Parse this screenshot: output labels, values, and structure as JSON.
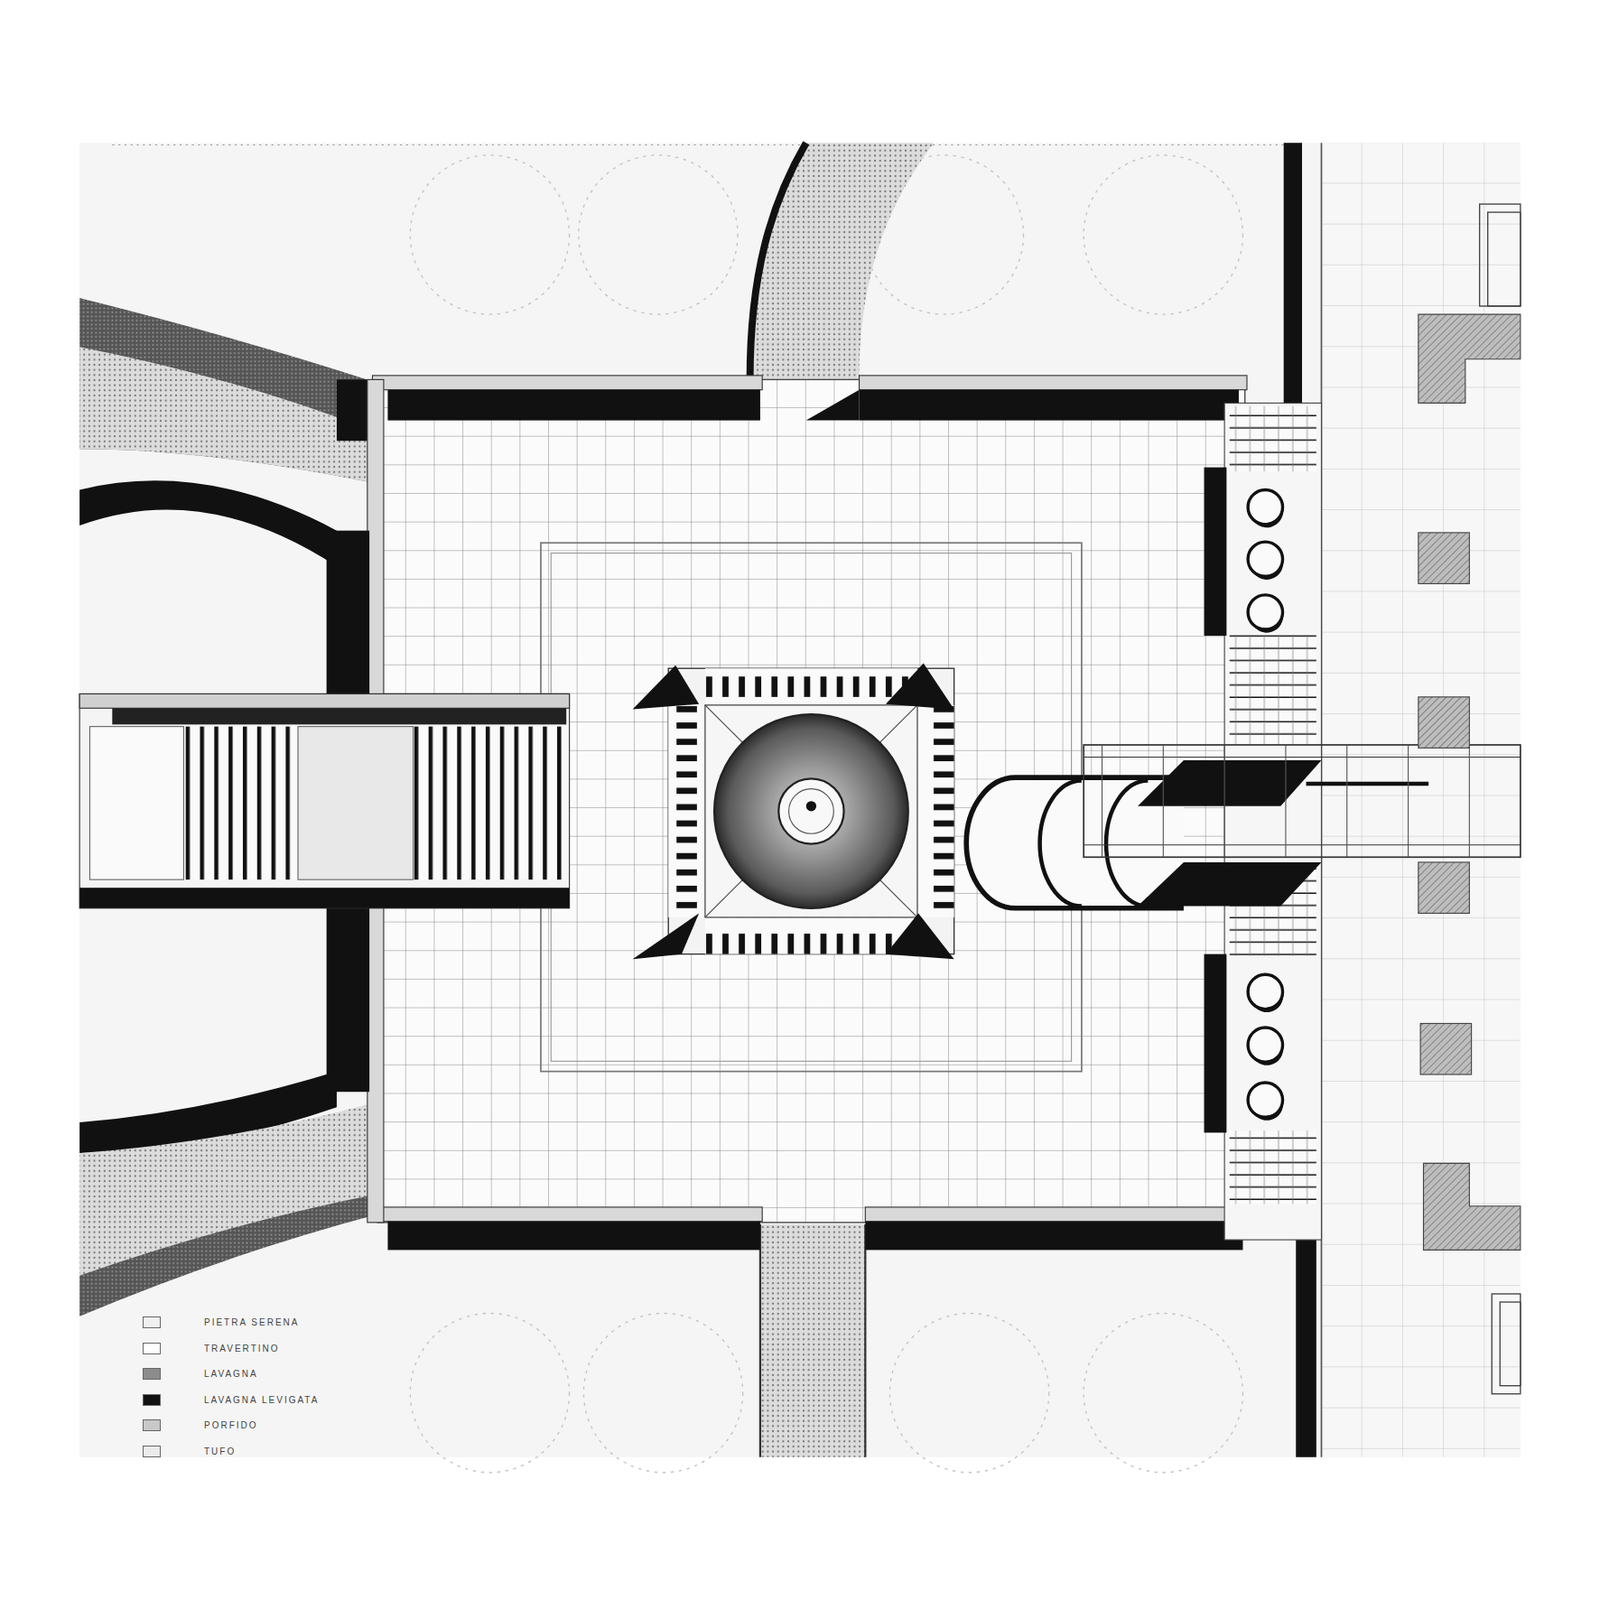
{
  "diagram": {
    "legend": [
      {
        "text": "PIETRA SERENA",
        "color": "#f0f0f0"
      },
      {
        "text": "TRAVERTINO",
        "color": "#ffffff"
      },
      {
        "text": "LAVAGNA",
        "color": "#8c8c8c"
      },
      {
        "text": "LAVAGNA LEVIGATA",
        "color": "#111111"
      },
      {
        "text": "PORFIDO",
        "color": "#c8c8c8"
      },
      {
        "text": "TUFO",
        "color": "#ebebeb"
      }
    ]
  }
}
